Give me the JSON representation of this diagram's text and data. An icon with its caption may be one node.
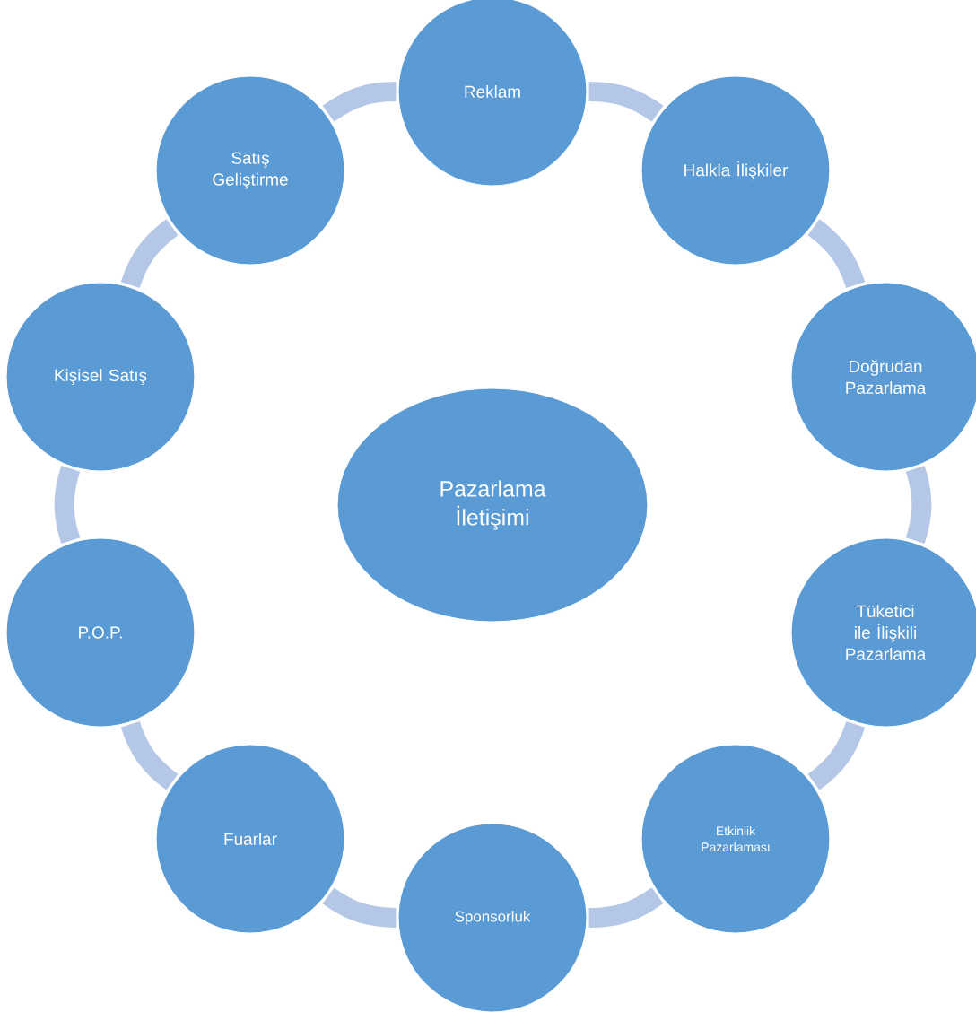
{
  "diagram": {
    "nodes": [
      {
        "text": [
          "Pazarlama İletişimi"
        ]
      },
      {
        "text": [
          "Reklam"
        ]
      },
      {
        "text": [
          "Halkla İlişkiler"
        ]
      },
      {
        "text": [
          "Doğrudan Pazarlama"
        ]
      },
      {
        "text": [
          "Tüketici ile İlişkili Pazarlama"
        ]
      },
      {
        "text": [
          "Etkinlik Pazarlaması"
        ]
      },
      {
        "text": [
          "Sponsorluk"
        ]
      },
      {
        "text": [
          "Fuarlar"
        ]
      },
      {
        "text": [
          "P.O.P."
        ]
      },
      {
        "text": [
          "Kişisel Satış"
        ]
      },
      {
        "text": [
          "Satış Geliştirme"
        ]
      }
    ],
    "edges": [
      {
        "from": 1,
        "to": 2,
        "arrow": "none"
      },
      {
        "from": 2,
        "to": 3,
        "arrow": "none"
      },
      {
        "from": 3,
        "to": 4,
        "arrow": "none"
      },
      {
        "from": 4,
        "to": 5,
        "arrow": "none"
      },
      {
        "from": 5,
        "to": 6,
        "arrow": "none"
      },
      {
        "from": 6,
        "to": 7,
        "arrow": "none"
      },
      {
        "from": 7,
        "to": 8,
        "arrow": "none"
      },
      {
        "from": 8,
        "to": 9,
        "arrow": "none"
      },
      {
        "from": 9,
        "to": 10,
        "arrow": "none"
      },
      {
        "from": 10,
        "to": 1,
        "arrow": "none"
      }
    ]
  }
}
